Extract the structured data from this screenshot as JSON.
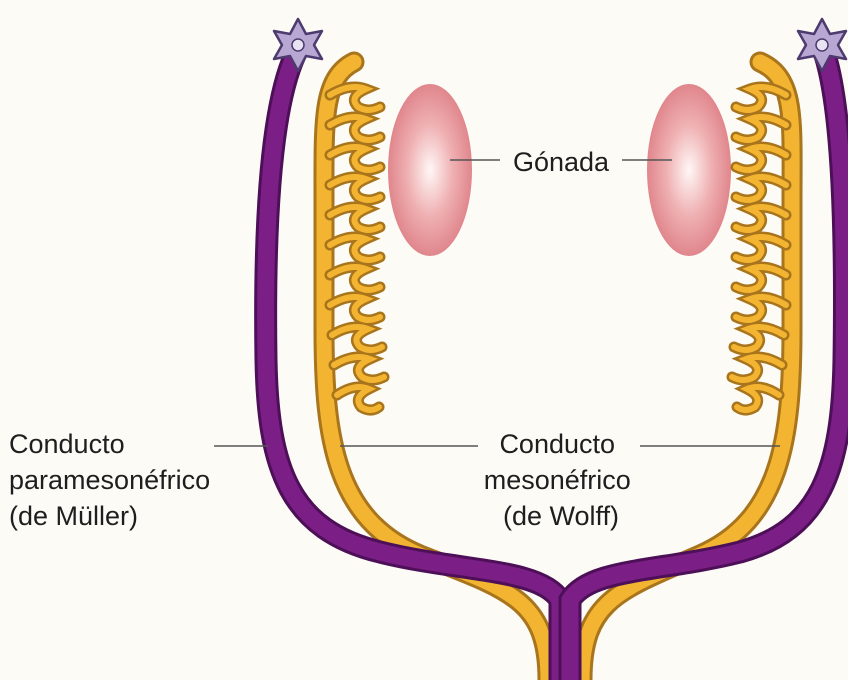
{
  "labels": {
    "gonad": "Gónada",
    "mesonephric": [
      "Conducto",
      "mesonéfrico",
      "(de Wolff)"
    ],
    "paramesonephric": [
      "Conducto",
      "paramesonéfrico",
      "(de Müller)"
    ]
  },
  "colors": {
    "background": "#fcfbf6",
    "wolffian_duct": "#f2b431",
    "mullerian_duct": "#7b1f86",
    "gonad": "#e1868d",
    "fimbria": "#b9a7d3"
  }
}
